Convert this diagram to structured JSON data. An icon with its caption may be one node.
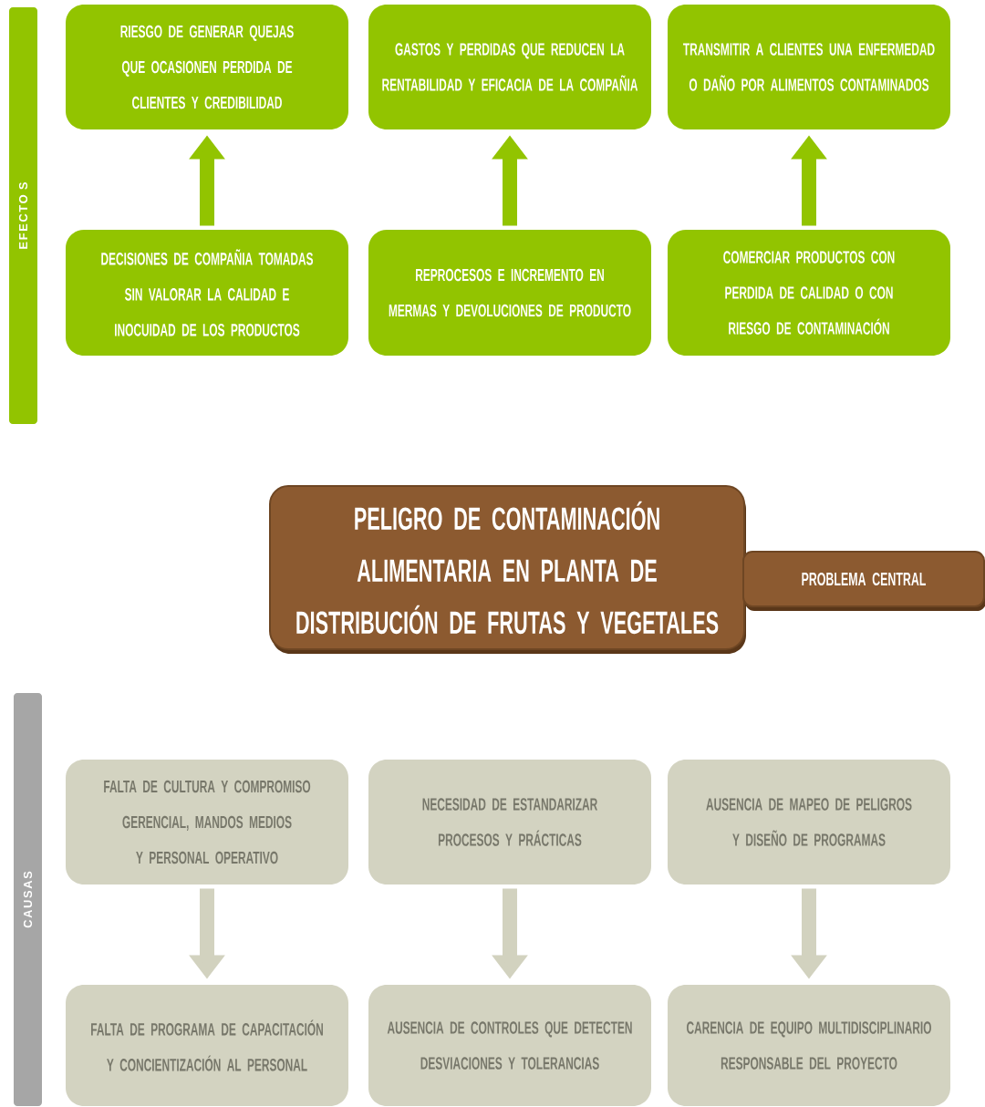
{
  "diagram": {
    "nodes": [
      {
        "text": [
          "EFECTO S"
        ]
      },
      {
        "text": [
          "RIESGO DE GENERAR QUEJAS QUE OCASIONEN PERDIDA DE CLIENTES Y CREDIBILIDAD"
        ]
      },
      {
        "text": [
          "GASTOS  Y PERDIDAS QUE REDUCEN LA RENTABILIDAD Y EFICACIA DE LA COMPAÑIA"
        ]
      },
      {
        "text": [
          "TRANSMITIR A CLIENTES UNA ENFERMEDAD  O  DAÑO POR ALIMENTOS CONTAMINADOS"
        ]
      },
      {
        "text": [
          "DECISIONES  DE COMPAÑIA  TOMADAS SIN VALORAR LA CALIDAD E INOCUIDAD DE LOS PRODUCTOS"
        ]
      },
      {
        "text": [
          "REPROCESOS  E INCREMENTO EN MERMAS Y DEVOLUCIONES DE PRODUCTO"
        ]
      },
      {
        "text": [
          "COMERCIAR PRODUCTOS CON PERDIDA DE CALIDAD O CON RIESGO DE CONTAMINACIÓN"
        ]
      },
      {
        "text": [
          "PELIGRO DE CONTAMINACIÓN ALIMENTARIA EN PLANTA DE DISTRIBUCIÓN DE FRUTAS Y VEGETALES"
        ]
      },
      {
        "text": [
          "PROBLEMA CENTRAL"
        ]
      },
      {
        "text": [
          "CAUSAS"
        ]
      },
      {
        "text": [
          "FALTA DE CULTURA Y COMPROMISO GERENCIAL, MANDOS MEDIOS Y PERSONAL OPERATIVO"
        ]
      },
      {
        "text": [
          "NECESIDAD DE  ESTANDARIZAR PROCESOS Y PRÁCTICAS"
        ]
      },
      {
        "text": [
          "AUSENCIA DE MAPEO DE PELIGROS Y DISEÑO DE PROGRAMAS"
        ]
      },
      {
        "text": [
          "FALTA DE PROGRAMA DE CAPACITACIÓN Y CONCIENTIZACIÓN AL PERSONAL"
        ]
      },
      {
        "text": [
          "AUSENCIA DE CONTROLES QUE DETECTEN DESVIACIONES Y TOLERANCIAS"
        ]
      },
      {
        "text": [
          "CARENCIA DE EQUIPO MULTIDISCIPLINARIO RESPONSABLE DEL PROYECTO"
        ]
      }
    ],
    "edges": [
      {
        "from": 4,
        "to": 1,
        "arrow": "to",
        "color": "#92c400"
      },
      {
        "from": 5,
        "to": 2,
        "arrow": "to",
        "color": "#92c400"
      },
      {
        "from": 6,
        "to": 3,
        "arrow": "to",
        "color": "#92c400"
      },
      {
        "from": 10,
        "to": 13,
        "arrow": "to",
        "color": "#d2d2bf"
      },
      {
        "from": 11,
        "to": 14,
        "arrow": "to",
        "color": "#d2d2bf"
      },
      {
        "from": 12,
        "to": 15,
        "arrow": "to",
        "color": "#d2d2bf"
      }
    ]
  }
}
